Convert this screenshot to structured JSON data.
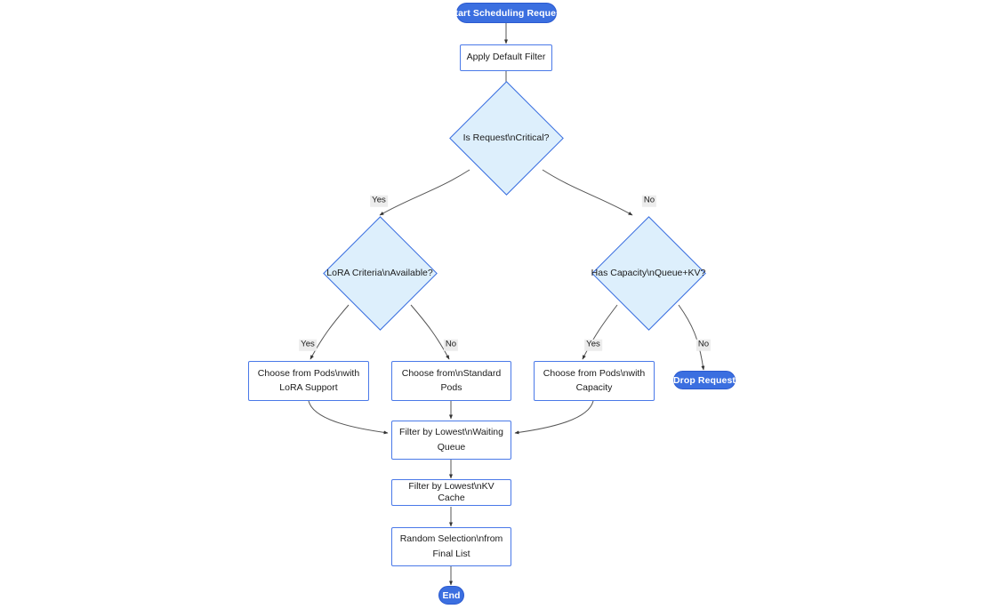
{
  "diagram": {
    "type": "flowchart",
    "title": "Start Scheduling Request",
    "colors": {
      "terminal_fill": "#3b6fe0",
      "terminal_text": "#ffffff",
      "process_fill": "#ffffff",
      "process_border": "#4a79e8",
      "decision_fill": "#ddeffc",
      "decision_border": "#3b6fe0",
      "edge": "#555555",
      "edge_label_bg": "#ececec",
      "text": "#1b1b1b"
    }
  },
  "nodes": {
    "start": {
      "label": "Start Scheduling Request",
      "shape": "pill"
    },
    "apply_filter": {
      "label": "Apply Default Filter",
      "shape": "rect"
    },
    "is_critical": {
      "label": "Is Request\\nCritical?",
      "shape": "diamond"
    },
    "lora_criteria": {
      "label": "LoRA Criteria\\nAvailable?",
      "shape": "diamond"
    },
    "has_capacity": {
      "label": "Has Capacity\\nQueue+KV?",
      "shape": "diamond"
    },
    "choose_lora": {
      "line1": "Choose from Pods\\nwith",
      "line2": "LoRA Support",
      "shape": "rect"
    },
    "choose_standard": {
      "line1": "Choose from\\nStandard",
      "line2": "Pods",
      "shape": "rect"
    },
    "choose_capacity": {
      "line1": "Choose from Pods\\nwith",
      "line2": "Capacity",
      "shape": "rect"
    },
    "drop_request": {
      "label": "Drop Request",
      "shape": "pill"
    },
    "filter_queue": {
      "line1": "Filter by Lowest\\nWaiting",
      "line2": "Queue",
      "shape": "rect"
    },
    "filter_kv": {
      "label": "Filter by Lowest\\nKV Cache",
      "shape": "rect"
    },
    "random_selection": {
      "line1": "Random Selection\\nfrom",
      "line2": "Final List",
      "shape": "rect"
    },
    "end": {
      "label": "End",
      "shape": "pill"
    }
  },
  "edge_labels": {
    "critical_yes": "Yes",
    "critical_no": "No",
    "lora_yes": "Yes",
    "lora_no": "No",
    "capacity_yes": "Yes",
    "capacity_no": "No"
  },
  "edges": [
    {
      "from": "start",
      "to": "apply_filter",
      "label": ""
    },
    {
      "from": "apply_filter",
      "to": "is_critical",
      "label": ""
    },
    {
      "from": "is_critical",
      "to": "lora_criteria",
      "label": "Yes"
    },
    {
      "from": "is_critical",
      "to": "has_capacity",
      "label": "No"
    },
    {
      "from": "lora_criteria",
      "to": "choose_lora",
      "label": "Yes"
    },
    {
      "from": "lora_criteria",
      "to": "choose_standard",
      "label": "No"
    },
    {
      "from": "has_capacity",
      "to": "choose_capacity",
      "label": "Yes"
    },
    {
      "from": "has_capacity",
      "to": "drop_request",
      "label": "No"
    },
    {
      "from": "choose_lora",
      "to": "filter_queue",
      "label": ""
    },
    {
      "from": "choose_standard",
      "to": "filter_queue",
      "label": ""
    },
    {
      "from": "choose_capacity",
      "to": "filter_queue",
      "label": ""
    },
    {
      "from": "filter_queue",
      "to": "filter_kv",
      "label": ""
    },
    {
      "from": "filter_kv",
      "to": "random_selection",
      "label": ""
    },
    {
      "from": "random_selection",
      "to": "end",
      "label": ""
    }
  ]
}
